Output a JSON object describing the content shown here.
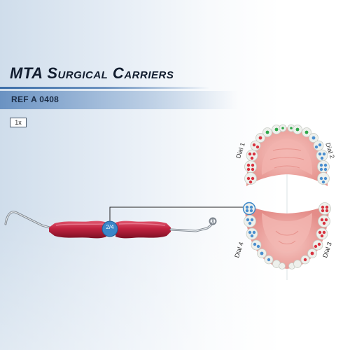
{
  "product": {
    "title": "MTA Surgical Carriers",
    "ref": "REF A 0408",
    "quantity": "1x"
  },
  "instrument": {
    "handle_color": "#c0223f",
    "selector_badge": "2/4",
    "badge_color": "#3a86c8"
  },
  "dials": {
    "dial1": "Dial 1",
    "dial2": "Dial 2",
    "dial3": "Dial 3",
    "dial4": "Dial 4"
  },
  "colors": {
    "marker_red": "#d8323f",
    "marker_blue": "#4a8fcf",
    "marker_green": "#2fa84a",
    "gum": "#f1a9a7"
  }
}
